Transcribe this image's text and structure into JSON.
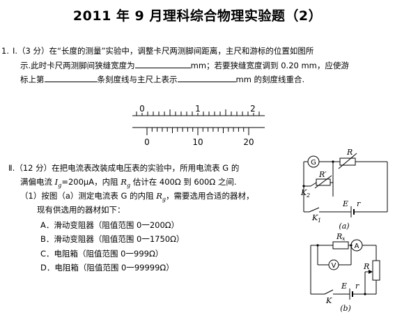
{
  "title": "2011 年 9 月理科综合物理实验题（2）",
  "q1": {
    "number": "1.",
    "line1": "Ⅰ.（3 分）在“长度的测量”实验中，调整卡尺两测脚间距离，主尺和游标的位置如图所",
    "line2a": "示.此时卡尺两测脚间狭缝宽度为",
    "line2b": "mm；若要狭缝宽度调到 0.20 mm，应使游",
    "line3a": "标上第",
    "line3b": "条刻度线与主尺上表示",
    "line3c": "mm 的刻度线重合."
  },
  "caliper": {
    "main_labels": [
      "0",
      "1",
      "2"
    ],
    "vernier_labels": [
      "0",
      "10",
      "20"
    ]
  },
  "q2": {
    "line1": "Ⅱ.（12 分）在把电流表改装成电压表的实验中，所用电流表 G 的",
    "line2a": "满偏电流 ",
    "line2_ig": "I",
    "line2_ig_sub": "g",
    "line2b": "=200μA，内阻 ",
    "line2_rg": "R",
    "line2_rg_sub": "g",
    "line2c": " 估计在 400Ω 到 600Ω 之间.",
    "line3a": "（1）按图（a）测定电流表 G 的内阻 ",
    "line3_rg": "R",
    "line3_rg_sub": "g",
    "line3b": "，需要选用合适的器材，",
    "line4": "现有供选用的器材如下：",
    "options": [
      "A．滑动变阻器（阻值范围 0一200Ω）",
      "B．滑动变阻器（阻值范围 0一1750Ω）",
      "C．电阻箱（阻值范围 0一999Ω）",
      "D．电阻箱（阻值范围 0一99999Ω）"
    ]
  },
  "circuit_a": {
    "G": "G",
    "R": "R",
    "Rp": "R′",
    "K2": "K",
    "K2_sub": "2",
    "K1": "K",
    "K1_sub": "1",
    "E": "E",
    "r": "r",
    "caption": "(a)"
  },
  "circuit_b": {
    "Rx": "R",
    "Rx_sub": "x",
    "A": "A",
    "V": "V",
    "R": "R",
    "K": "K",
    "E": "E",
    "r": "r",
    "caption": "(b)"
  }
}
